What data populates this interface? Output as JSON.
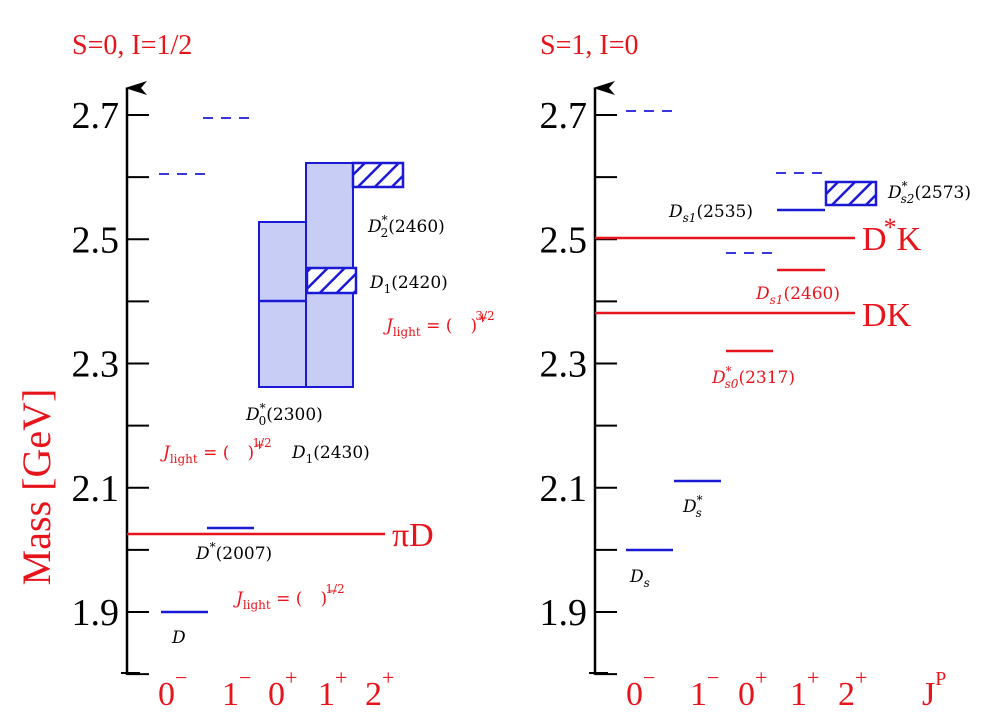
{
  "chart_data": {
    "type": "level-diagram",
    "ylabel": "Mass [GeV]",
    "ylim": [
      1.8,
      2.78
    ],
    "y_ticks": [
      {
        "value": 1.9,
        "label": "1.9"
      },
      {
        "value": 2.1,
        "label": "2.1"
      },
      {
        "value": 2.3,
        "label": "2.3"
      },
      {
        "value": 2.5,
        "label": "2.5"
      },
      {
        "value": 2.7,
        "label": "2.7"
      }
    ],
    "y_minor_ticks": [
      1.8,
      2.0,
      2.2,
      2.4,
      2.6
    ],
    "x_categories": [
      {
        "base": "0",
        "sign": "−"
      },
      {
        "base": "1",
        "sign": "−"
      },
      {
        "base": "0",
        "sign": "+"
      },
      {
        "base": "1",
        "sign": "+"
      },
      {
        "base": "2",
        "sign": "+"
      }
    ],
    "x_axis_label": {
      "base": "J",
      "sup": "P"
    },
    "colors": {
      "theory": "#1a1ad6",
      "threshold": "#e8141c",
      "band_fill": "#c8cdf5",
      "axis": "#000000"
    },
    "panels": [
      {
        "title": "S=0, I=1/2",
        "thresholds": [
          {
            "mass": 2.025,
            "label": {
              "base": "πD",
              "sup": ""
            }
          }
        ],
        "levels": [
          {
            "jp": 0,
            "mass": 1.9,
            "style": "solid",
            "label": {
              "base": "D",
              "sup": "",
              "sub": "",
              "mass": ""
            },
            "label_pos": "below"
          },
          {
            "jp": 1,
            "mass": 2.035,
            "style": "solid",
            "label": {
              "base": "D",
              "sup": "*",
              "sub": "",
              "mass": "(2007)"
            },
            "label_pos": "below"
          },
          {
            "jp": 0,
            "mass": 2.605,
            "style": "dashed"
          },
          {
            "jp": 1,
            "mass": 2.695,
            "style": "dashed"
          }
        ],
        "broad_states": [
          {
            "jp": 2,
            "center": 2.4,
            "low": 2.27,
            "high": 2.53
          },
          {
            "jp": 3,
            "center": 2.44,
            "low": 2.27,
            "high": 2.62
          }
        ],
        "narrow_states": [
          {
            "jp": 3,
            "low": 2.415,
            "high": 2.455,
            "label": {
              "base": "D",
              "sup": "",
              "sub": "1",
              "mass": "(2420)"
            }
          },
          {
            "jp": 4,
            "low": 2.58,
            "high": 2.62,
            "label": {
              "base": "D",
              "sup": "*",
              "sub": "2",
              "mass": "(2460)"
            }
          }
        ],
        "band_labels": [
          {
            "base": "D",
            "sup": "*",
            "sub": "0",
            "mass": "(2300)"
          },
          {
            "base": "D",
            "sup": "",
            "sub": "1",
            "mass": "(2430)"
          }
        ],
        "jlight_labels": [
          {
            "text": "J",
            "sub": "light",
            "frac": "3/2",
            "parity": "+"
          },
          {
            "text": "J",
            "sub": "light",
            "frac": "1/2",
            "parity": "+"
          },
          {
            "text": "J",
            "sub": "light",
            "frac": "1/2",
            "parity": "−"
          }
        ]
      },
      {
        "title": "S=1, I=0",
        "thresholds": [
          {
            "mass": 2.5,
            "label": {
              "base": "D",
              "sup": "*",
              "tail": "K"
            }
          },
          {
            "mass": 2.38,
            "label": {
              "base": "DK",
              "sup": "",
              "tail": ""
            }
          }
        ],
        "levels": [
          {
            "jp": 0,
            "mass": 2.0,
            "style": "solid",
            "label": {
              "base": "D",
              "sup": "",
              "sub": "s",
              "mass": ""
            }
          },
          {
            "jp": 1,
            "mass": 2.11,
            "style": "solid",
            "label": {
              "base": "D",
              "sup": "*",
              "sub": "s",
              "mass": ""
            }
          },
          {
            "jp": 2,
            "mass": 2.32,
            "style": "solid-red",
            "label": {
              "base": "D",
              "sup": "*",
              "sub": "s0",
              "mass": "(2317)"
            }
          },
          {
            "jp": 3,
            "mass": 2.45,
            "style": "solid-red",
            "label": {
              "base": "D",
              "sup": "",
              "sub": "s1",
              "mass": "(2460)"
            }
          },
          {
            "jp": 3,
            "mass": 2.548,
            "style": "solid",
            "label": {
              "base": "D",
              "sup": "",
              "sub": "s1",
              "mass": "(2535)"
            }
          },
          {
            "jp": 0,
            "mass": 2.705,
            "style": "dashed"
          },
          {
            "jp": 2,
            "mass": 2.475,
            "style": "dashed"
          },
          {
            "jp": 3,
            "mass": 2.61,
            "style": "dashed"
          }
        ],
        "narrow_states": [
          {
            "jp": 4,
            "low": 2.555,
            "high": 2.59,
            "label": {
              "base": "D",
              "sup": "*",
              "sub": "s2",
              "mass": "(2573)"
            }
          }
        ]
      }
    ]
  }
}
